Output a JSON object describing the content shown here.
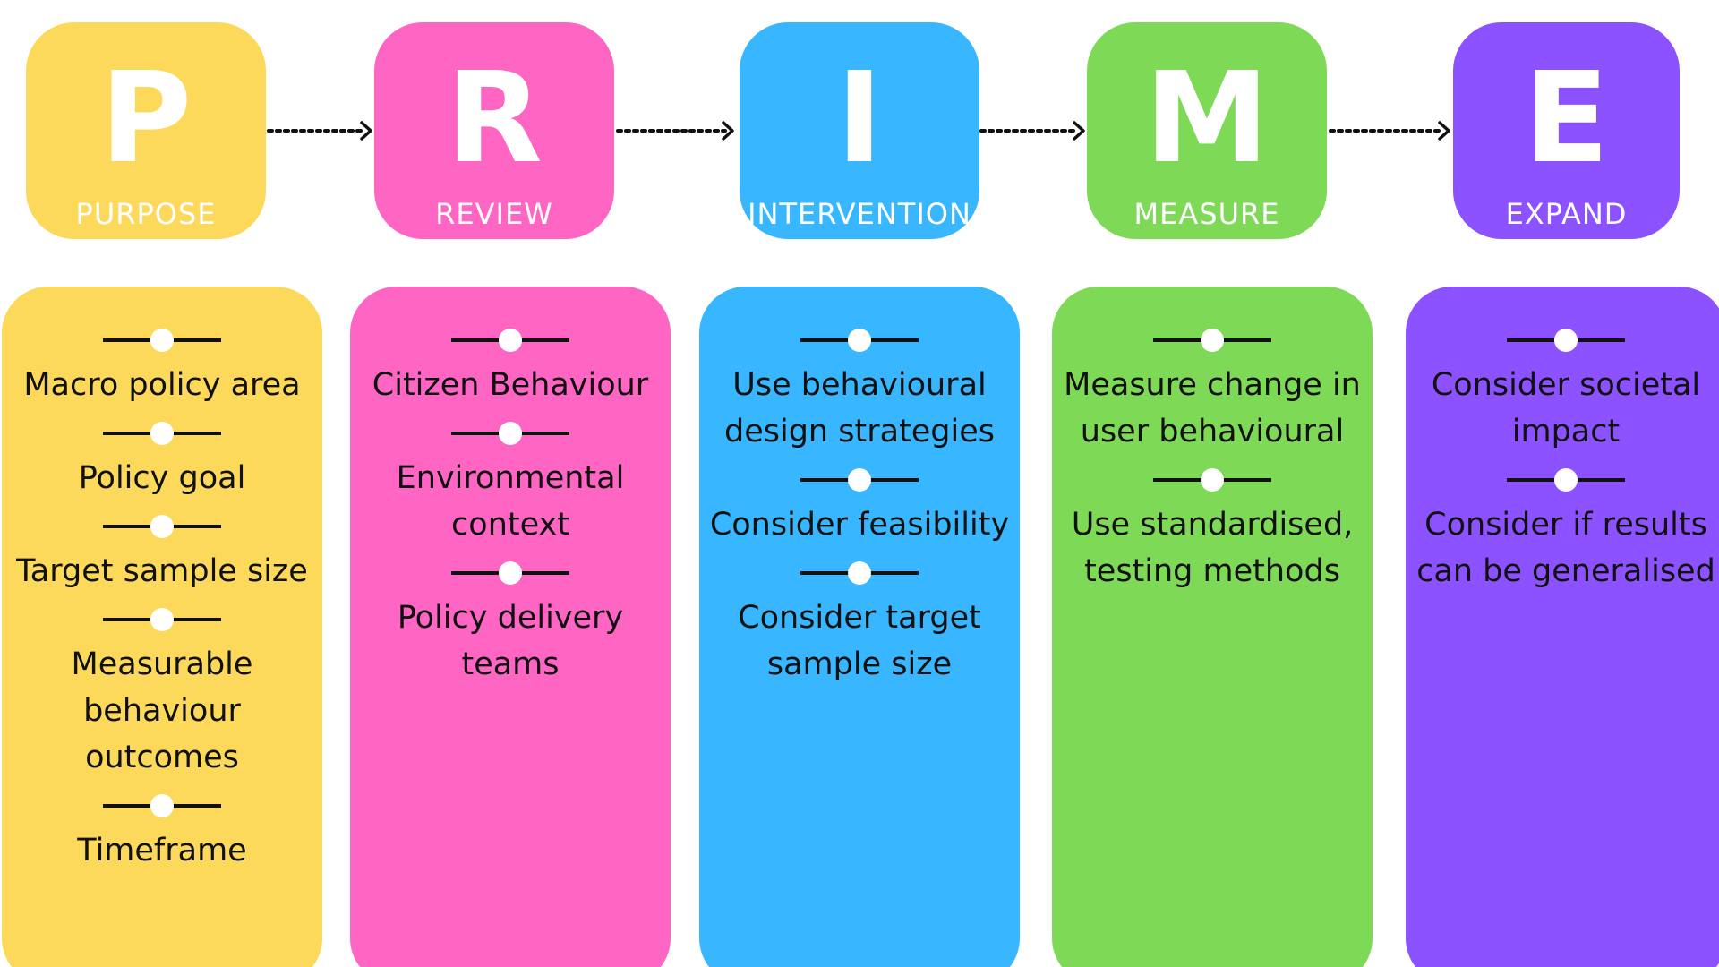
{
  "stages": [
    {
      "letter": "P",
      "word": "PURPOSE",
      "color": "#FCD95B",
      "items": [
        "Macro policy area",
        "Policy goal",
        "Target sample size",
        "Measurable\nbehaviour\noutcomes",
        "Timeframe"
      ]
    },
    {
      "letter": "R",
      "word": "REVIEW",
      "color": "#FF66C4",
      "items": [
        "Citizen Behaviour",
        "Environmental\ncontext",
        "Policy delivery\nteams"
      ]
    },
    {
      "letter": "I",
      "word": "INTERVENTION",
      "color": "#38B6FF",
      "items": [
        "Use behavioural\ndesign strategies",
        "Consider feasibility",
        "Consider target\nsample size"
      ]
    },
    {
      "letter": "M",
      "word": "MEASURE",
      "color": "#7ED957",
      "items": [
        "Measure change in\nuser behavioural",
        "Use standardised,\ntesting methods"
      ]
    },
    {
      "letter": "E",
      "word": "EXPAND",
      "color": "#8C52FF",
      "items": [
        "Consider societal\nimpact",
        "Consider if results\ncan be generalised"
      ]
    }
  ]
}
